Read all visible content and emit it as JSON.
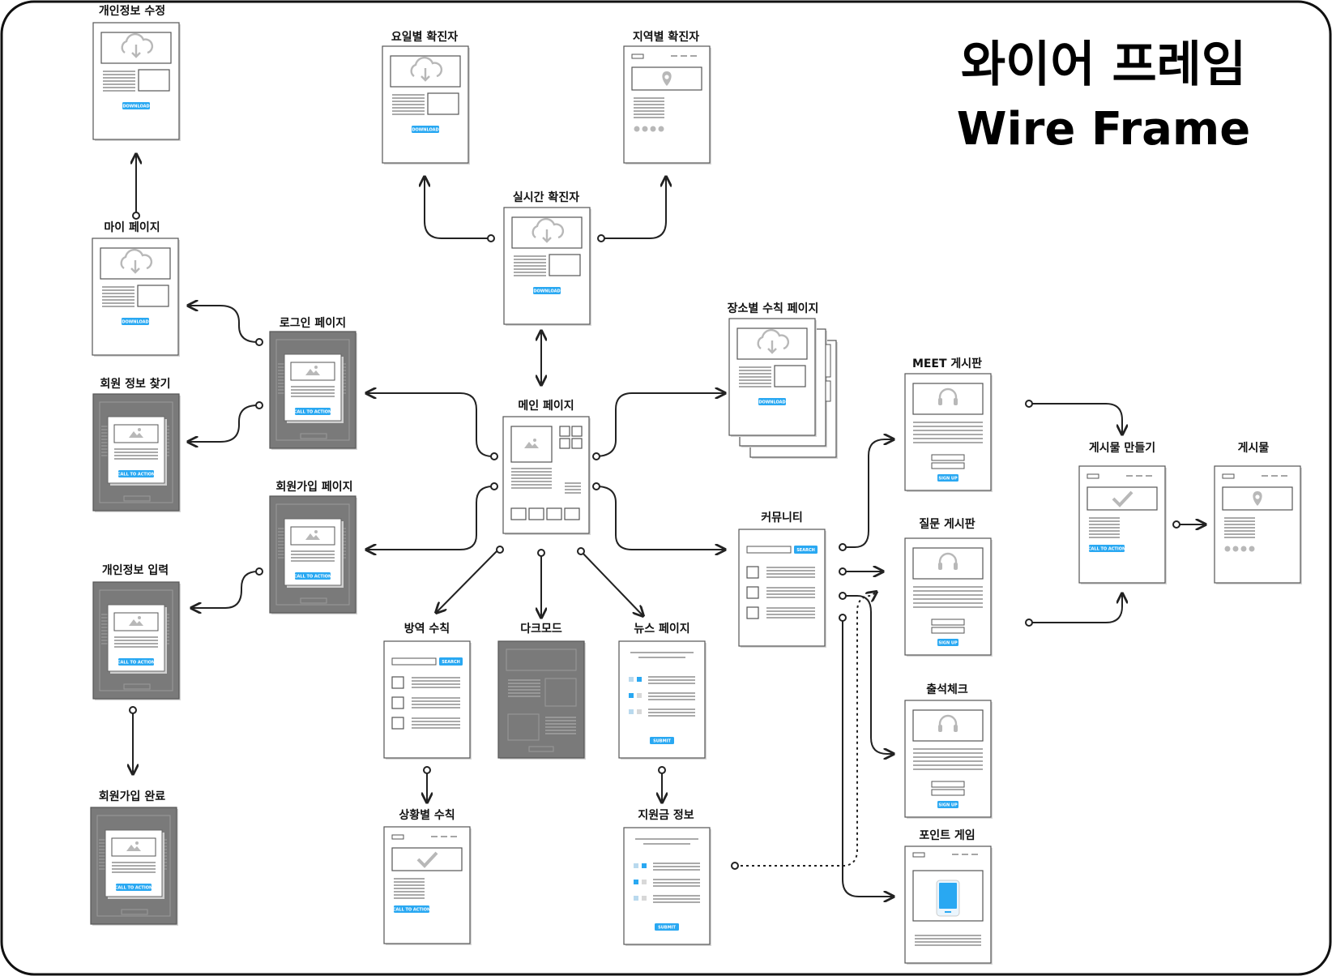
{
  "header": {
    "title_ko": "와이어 프레임",
    "title_en": "Wire Frame"
  },
  "colors": {
    "accent": "#29a8f2",
    "stroke": "#222222",
    "frame_border": "#555555",
    "placeholder": "#b8b8b8",
    "dark_frame": "#7a7a7a"
  },
  "nodes": {
    "edit_profile": "개인정보 수정",
    "my_page": "마이 페이지",
    "find_member": "회원 정보 찾기",
    "login": "로그인 페이지",
    "signup": "회원가입 페이지",
    "input_profile": "개인정보 입력",
    "signup_done": "회원가입 완료",
    "weekday_cases": "요일별 확진자",
    "region_cases": "지역별 확진자",
    "realtime_cases": "실시간 확진자",
    "main": "메인 페이지",
    "place_rules": "장소별 수칙 페이지",
    "quarantine_rules": "방역 수칙",
    "dark_mode": "다크모드",
    "news": "뉴스 페이지",
    "situation_rules": "상황별 수칙",
    "subsidy": "지원금 정보",
    "community": "커뮤니티",
    "meet_board": "MEET 게시판",
    "question_board": "질문 게시판",
    "attendance": "출석체크",
    "point_game": "포인트 게임",
    "create_post": "게시물 만들기",
    "post": "게시물"
  },
  "button_labels": {
    "download": "DOWNLOAD",
    "call_to_action": "CALL TO ACTION",
    "search": "SEARCH",
    "submit": "SUBMIT",
    "sign_up": "SIGN UP"
  },
  "icons": [
    "cloud-download-icon",
    "image-icon",
    "map-pin-icon",
    "headphones-icon",
    "checkmark-icon",
    "smartphone-icon",
    "arrow-icon"
  ]
}
